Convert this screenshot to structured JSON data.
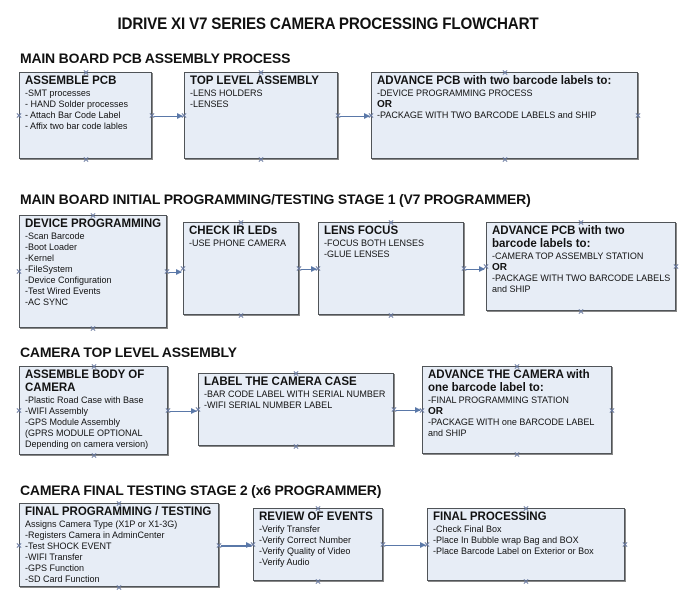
{
  "title": "IDRIVE XI V7 SERIES CAMERA PROCESSING FLOWCHART",
  "colors": {
    "box_fill": "#e7edf6",
    "box_border": "#505458",
    "arrow": "#5a78a8"
  },
  "sections": [
    {
      "heading": "MAIN BOARD PCB ASSEMBLY PROCESS",
      "boxes": [
        {
          "title": "ASSEMBLE PCB",
          "lines": [
            " -SMT processes",
            " - HAND Solder processes",
            " - Attach Bar Code Label",
            " - Affix two bar code lables"
          ]
        },
        {
          "title": "TOP LEVEL ASSEMBLY",
          "lines": [
            "-LENS HOLDERS",
            "-LENSES"
          ]
        },
        {
          "title": "ADVANCE PCB with two barcode labels to:",
          "lines": [
            "-DEVICE PROGRAMMING PROCESS",
            "OR",
            "-PACKAGE WITH TWO BARCODE LABELS and SHIP"
          ]
        }
      ]
    },
    {
      "heading": "MAIN BOARD INITIAL PROGRAMMING/TESTING STAGE 1 (V7 PROGRAMMER)",
      "boxes": [
        {
          "title": "DEVICE PROGRAMMING",
          "lines": [
            "-Scan Barcode",
            "-Boot Loader",
            "-Kernel",
            "-FileSystem",
            "-Device Configuration",
            "-Test Wired Events",
            "-AC SYNC"
          ]
        },
        {
          "title": "CHECK IR LEDs",
          "lines": [
            "-USE PHONE CAMERA"
          ]
        },
        {
          "title": "LENS FOCUS",
          "lines": [
            "-FOCUS BOTH LENSES",
            "-GLUE LENSES"
          ]
        },
        {
          "title": "ADVANCE PCB with two barcode labels to:",
          "lines": [
            "-CAMERA TOP ASSEMBLY STATION",
            "OR",
            "-PACKAGE WITH TWO BARCODE LABELS",
            "and SHIP"
          ]
        }
      ]
    },
    {
      "heading": "CAMERA TOP LEVEL ASSEMBLY",
      "boxes": [
        {
          "title": "ASSEMBLE BODY OF CAMERA",
          "lines": [
            "-Plastic Road Case with Base",
            "-WIFI Assembly",
            "-GPS Module Assembly",
            "(GPRS MODULE OPTIONAL",
            "Depending on camera version)"
          ]
        },
        {
          "title": "LABEL THE CAMERA CASE",
          "lines": [
            "-BAR CODE LABEL WITH SERIAL NUMBER",
            "-WIFI SERIAL NUMBER LABEL"
          ]
        },
        {
          "title": "ADVANCE THE CAMERA with one barcode label to:",
          "lines": [
            "-FINAL PROGRAMMING STATION",
            " OR",
            "-PACKAGE WITH one BARCODE LABEL",
            "and SHIP"
          ]
        }
      ]
    },
    {
      "heading": "CAMERA FINAL TESTING STAGE 2 (x6 PROGRAMMER)",
      "boxes": [
        {
          "title": "FINAL PROGRAMMING / TESTING",
          "lines": [
            "Assigns Camera Type (X1P or X1-3G)",
            "-Registers Camera in AdminCenter",
            "-Test SHOCK EVENT",
            "-WIFI Transfer",
            "-GPS Function",
            "-SD Card Function"
          ]
        },
        {
          "title": "REVIEW OF EVENTS",
          "lines": [
            "-Verify Transfer",
            "-Verify Correct Number",
            "-Verify Quality of Video",
            "-Verify Audio"
          ]
        },
        {
          "title": "FINAL PROCESSING",
          "lines": [
            " -Check Final Box",
            "-Place In Bubble wrap Bag and BOX",
            "-Place Barcode Label on Exterior or Box"
          ]
        }
      ]
    }
  ]
}
